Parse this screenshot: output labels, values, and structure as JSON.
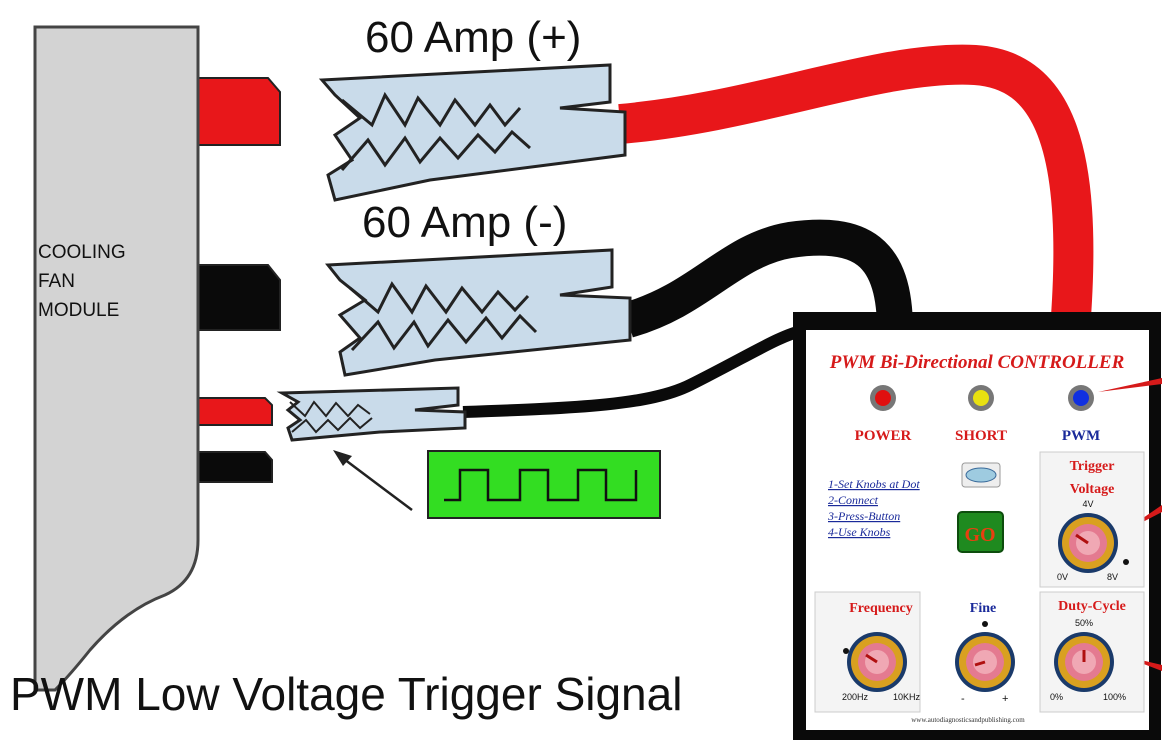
{
  "module": {
    "label_lines": [
      "COOLING",
      "FAN",
      "MODULE"
    ]
  },
  "clamps": {
    "positive_label": "60 Amp (+)",
    "negative_label": "60 Amp (-)"
  },
  "caption": "PWM Low Voltage Trigger Signal",
  "controller": {
    "title": "PWM Bi-Directional CONTROLLER",
    "leds": [
      {
        "label": "POWER",
        "color": "#e01010"
      },
      {
        "label": "SHORT",
        "color": "#e8e010"
      },
      {
        "label": "PWM",
        "color": "#1030e0"
      }
    ],
    "instructions": [
      "1-Set Knobs at Dot",
      "2-Connect",
      "3-Press-Button",
      "4-Use Knobs"
    ],
    "go_button": "GO",
    "trigger_knob": {
      "title_line1": "Trigger",
      "title_line2": "Voltage",
      "top": "4V",
      "min": "0V",
      "max": "8V"
    },
    "frequency_knob": {
      "title": "Frequency",
      "min": "200Hz",
      "max": "10KHz"
    },
    "fine_knob": {
      "title": "Fine",
      "min": "-",
      "max": "+"
    },
    "duty_knob": {
      "title": "Duty-Cycle",
      "top": "50%",
      "min": "0%",
      "max": "100%"
    },
    "website": "www.autodiagnosticsandpublishing.com"
  },
  "colors": {
    "red_wire": "#e8171a",
    "black_wire": "#0a0a0a",
    "clamp_fill": "#c9dbea",
    "module_fill": "#d3d3d3",
    "signal_box": "#33dd22",
    "title_red": "#d61a1a",
    "blue_text": "#1a2a9a"
  }
}
